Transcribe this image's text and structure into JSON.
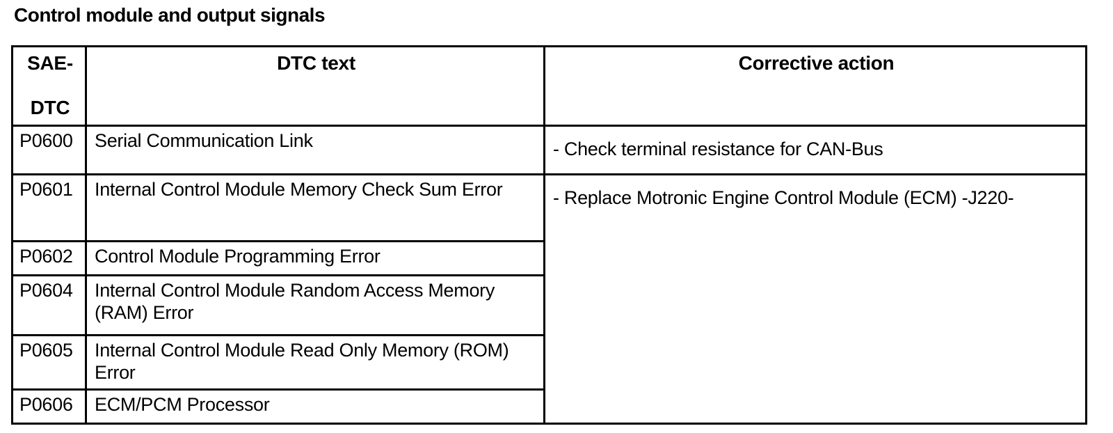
{
  "title": "Control module and output signals",
  "table": {
    "header": {
      "sae_dtc_line1": "SAE-",
      "sae_dtc_line2": "DTC",
      "dtc_text": "DTC text",
      "corrective_action": "Corrective action"
    },
    "rows": [
      {
        "code": "P0600",
        "text": "Serial Communication Link",
        "action": "- Check terminal resistance for CAN-Bus"
      },
      {
        "code": "P0601",
        "text": "Internal Control Module Memory Check Sum Error",
        "action": "- Replace Motronic Engine Control Module (ECM) -J220-"
      },
      {
        "code": "P0602",
        "text": "Control Module Programming Error"
      },
      {
        "code": "P0604",
        "text": "Internal Control Module Random Access Memory (RAM) Error"
      },
      {
        "code": "P0605",
        "text": "Internal Control Module Read Only Memory (ROM) Error"
      },
      {
        "code": "P0606",
        "text": "ECM/PCM Processor"
      }
    ]
  },
  "colors": {
    "text": "#000000",
    "border": "#000000",
    "background": "#ffffff"
  }
}
